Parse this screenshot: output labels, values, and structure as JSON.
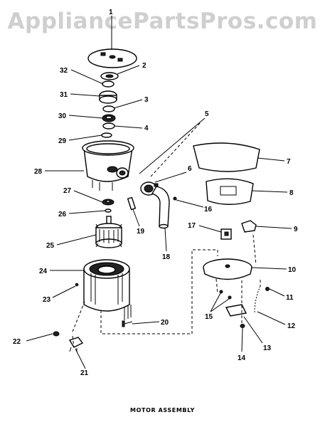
{
  "watermark": "AppliancePartsPros.com",
  "caption": "MOTOR ASSEMBLY",
  "callouts": {
    "c1": "1",
    "c2": "2",
    "c3": "3",
    "c4": "4",
    "c5": "5",
    "c6": "6",
    "c7": "7",
    "c8": "8",
    "c9": "9",
    "c10": "10",
    "c11": "11",
    "c12": "12",
    "c13": "13",
    "c14": "14",
    "c15": "15",
    "c16": "16",
    "c17": "17",
    "c18": "18",
    "c19": "19",
    "c20": "20",
    "c21": "21",
    "c22": "22",
    "c23": "23",
    "c24": "24",
    "c25": "25",
    "c26": "26",
    "c27": "27",
    "c28": "28",
    "c29": "29",
    "c30": "30",
    "c31": "31",
    "c32": "32"
  }
}
